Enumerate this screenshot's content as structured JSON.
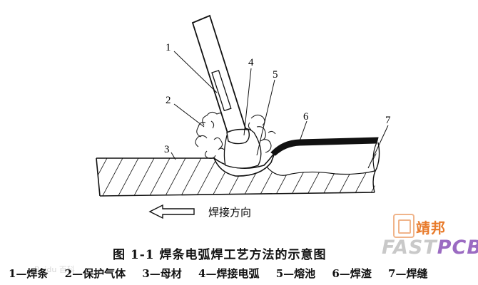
{
  "labels": {
    "l1": "1",
    "l2": "2",
    "l3": "3",
    "l4": "4",
    "l5": "5",
    "l6": "6",
    "l7": "7"
  },
  "direction_label": "焊接方向",
  "caption": {
    "title": "图 1-1    焊条电弧焊工艺方法的示意图",
    "legend": [
      "1—焊条",
      "2—保护气体",
      "3—母材",
      "4—焊接电弧",
      "5—熔池",
      "6—焊渣",
      "7—焊缝"
    ]
  },
  "watermark": {
    "cn": "靖邦",
    "en_a": "FAST",
    "en_b": "PCBA",
    "baidu": "Baidu 百科"
  },
  "colors": {
    "line": "#111111",
    "slag": "#111111",
    "watermark_orange": "#e87a2a",
    "watermark_purple": "#9b6bc2"
  }
}
